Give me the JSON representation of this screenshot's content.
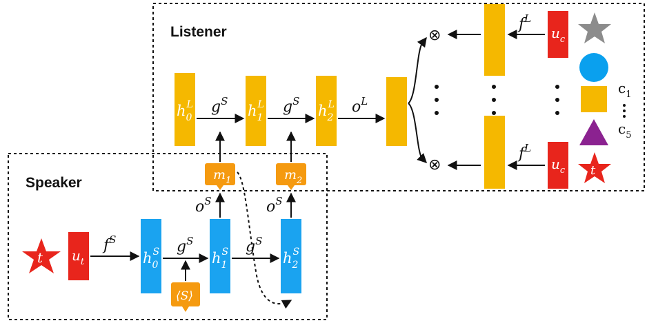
{
  "listener": {
    "title": "Listener",
    "hidden": [
      {
        "base": "h",
        "sub": "0",
        "sup": "L"
      },
      {
        "base": "h",
        "sub": "1",
        "sup": "L"
      },
      {
        "base": "h",
        "sub": "2",
        "sup": "L"
      }
    ],
    "transition": {
      "base": "g",
      "sup": "S"
    },
    "output": {
      "base": "o",
      "sup": "L"
    },
    "encoder": {
      "base": "f",
      "sup": "L"
    },
    "candidate_embedding": {
      "base": "u",
      "sub": "c"
    },
    "product_symbol": "⊗",
    "ellipsis": "⋮",
    "candidate_range": {
      "first": {
        "base": "c",
        "sub": "1"
      },
      "last": {
        "base": "c",
        "sub": "5"
      }
    },
    "target_label": "t"
  },
  "speaker": {
    "title": "Speaker",
    "target_label": "t",
    "target_embedding": {
      "base": "u",
      "sub": "t"
    },
    "encoder": {
      "base": "f",
      "sup": "S"
    },
    "hidden": [
      {
        "base": "h",
        "sub": "0",
        "sup": "S"
      },
      {
        "base": "h",
        "sub": "1",
        "sup": "S"
      },
      {
        "base": "h",
        "sub": "2",
        "sup": "S"
      }
    ],
    "transition": {
      "base": "g",
      "sup": "S"
    },
    "output": {
      "base": "o",
      "sup": "S"
    },
    "start_token": "⟨S⟩",
    "messages": [
      {
        "base": "m",
        "sub": "1"
      },
      {
        "base": "m",
        "sub": "2"
      }
    ]
  },
  "colors": {
    "listener_state": "#F5B800",
    "speaker_state": "#1AA3F0",
    "embedding": "#E8251C",
    "message": "#F59A10",
    "shape_gray": "#8C8C8C",
    "shape_blue": "#0AA0EE",
    "shape_yellow": "#F5B800",
    "shape_purple": "#8B2290",
    "shape_red": "#E8251C"
  }
}
